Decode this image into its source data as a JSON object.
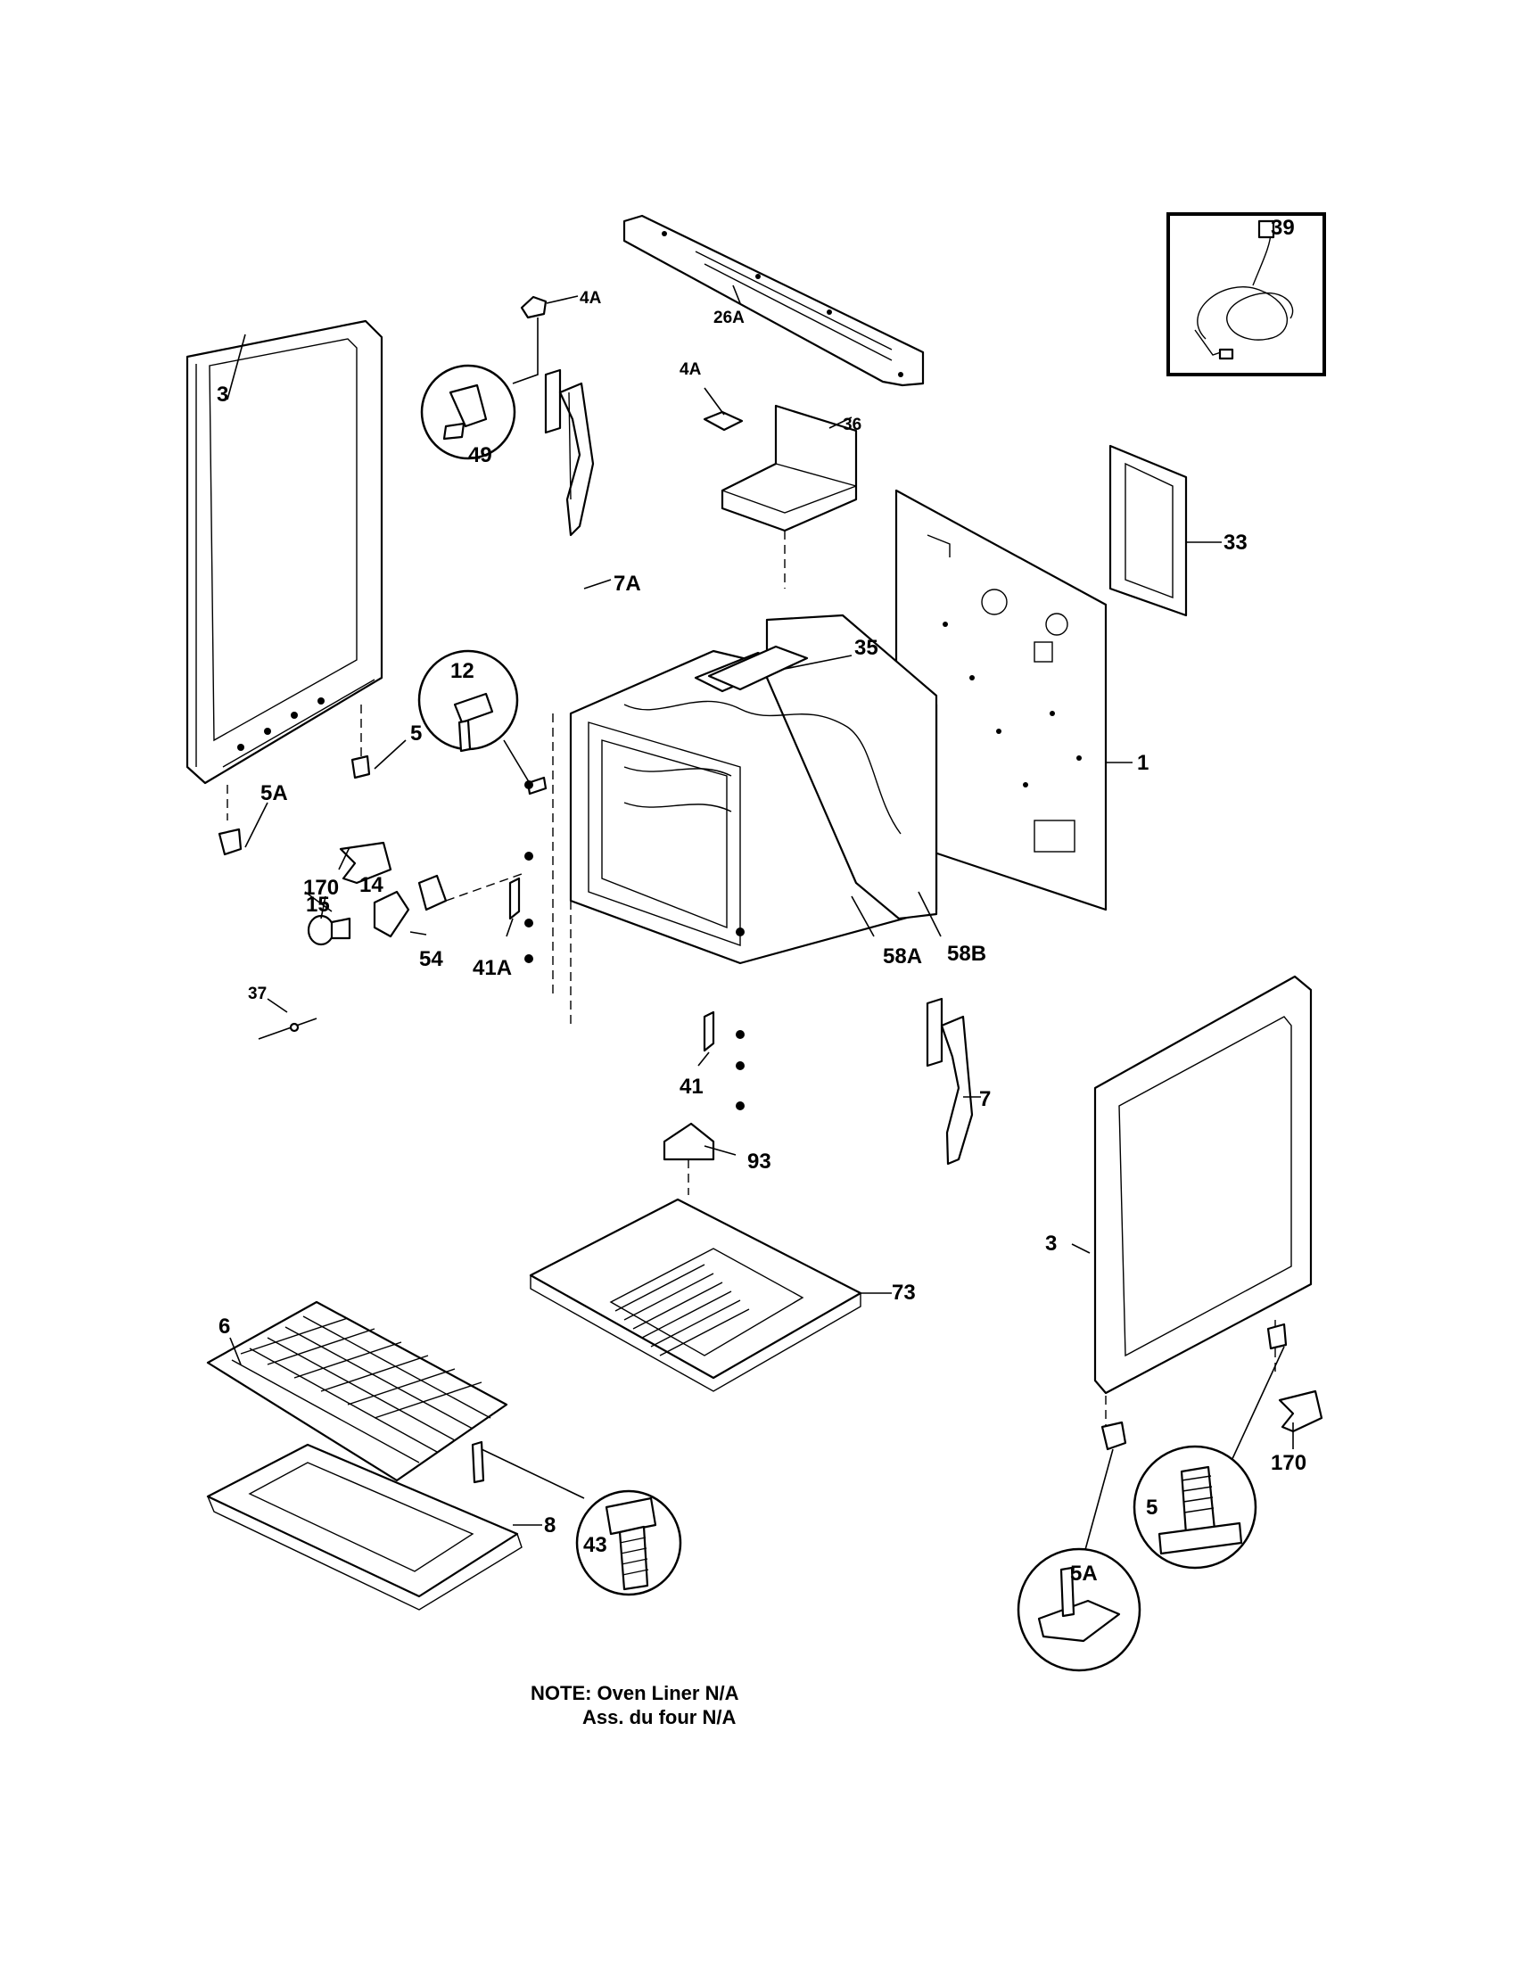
{
  "parts": [
    {
      "id": "p39",
      "label": "39"
    },
    {
      "id": "p4a-top",
      "label": "4A"
    },
    {
      "id": "p26a",
      "label": "26A"
    },
    {
      "id": "p4a-mid",
      "label": "4A"
    },
    {
      "id": "p36",
      "label": "36"
    },
    {
      "id": "p49",
      "label": "49"
    },
    {
      "id": "p3-left",
      "label": "3"
    },
    {
      "id": "p33",
      "label": "33"
    },
    {
      "id": "p7a",
      "label": "7A"
    },
    {
      "id": "p35",
      "label": "35"
    },
    {
      "id": "p12",
      "label": "12"
    },
    {
      "id": "p5-left",
      "label": "5"
    },
    {
      "id": "p1",
      "label": "1"
    },
    {
      "id": "p5a-left",
      "label": "5A"
    },
    {
      "id": "p170-left",
      "label": "170"
    },
    {
      "id": "p14",
      "label": "14"
    },
    {
      "id": "p15",
      "label": "15"
    },
    {
      "id": "p54",
      "label": "54"
    },
    {
      "id": "p41a",
      "label": "41A"
    },
    {
      "id": "p58a",
      "label": "58A"
    },
    {
      "id": "p58b",
      "label": "58B"
    },
    {
      "id": "p37",
      "label": "37"
    },
    {
      "id": "p41",
      "label": "41"
    },
    {
      "id": "p7",
      "label": "7"
    },
    {
      "id": "p93",
      "label": "93"
    },
    {
      "id": "p3-right",
      "label": "3"
    },
    {
      "id": "p73",
      "label": "73"
    },
    {
      "id": "p6",
      "label": "6"
    },
    {
      "id": "p43",
      "label": "43"
    },
    {
      "id": "p8",
      "label": "8"
    },
    {
      "id": "p5a-right",
      "label": "5A"
    },
    {
      "id": "p5-right",
      "label": "5"
    },
    {
      "id": "p170-right",
      "label": "170"
    }
  ],
  "note": {
    "line1": "NOTE: Oven Liner N/A",
    "line2": "Ass. du four N/A"
  }
}
